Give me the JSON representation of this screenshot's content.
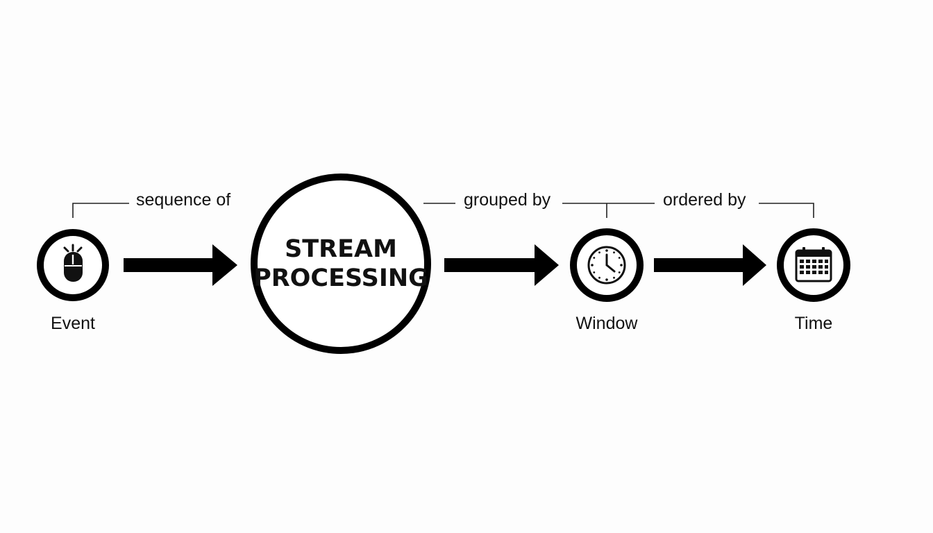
{
  "diagram": {
    "center": {
      "line1": "STREAM",
      "line2": "PROCESSING"
    },
    "nodes": {
      "event": {
        "label": "Event",
        "icon": "computer-mouse-icon"
      },
      "window": {
        "label": "Window",
        "icon": "clock-icon"
      },
      "time": {
        "label": "Time",
        "icon": "calendar-icon"
      }
    },
    "relations": {
      "sequence": "sequence of",
      "grouped": "grouped by",
      "ordered": "ordered by"
    },
    "colors": {
      "stroke": "#000000",
      "background": "#fdfdfd",
      "text": "#111111"
    }
  }
}
